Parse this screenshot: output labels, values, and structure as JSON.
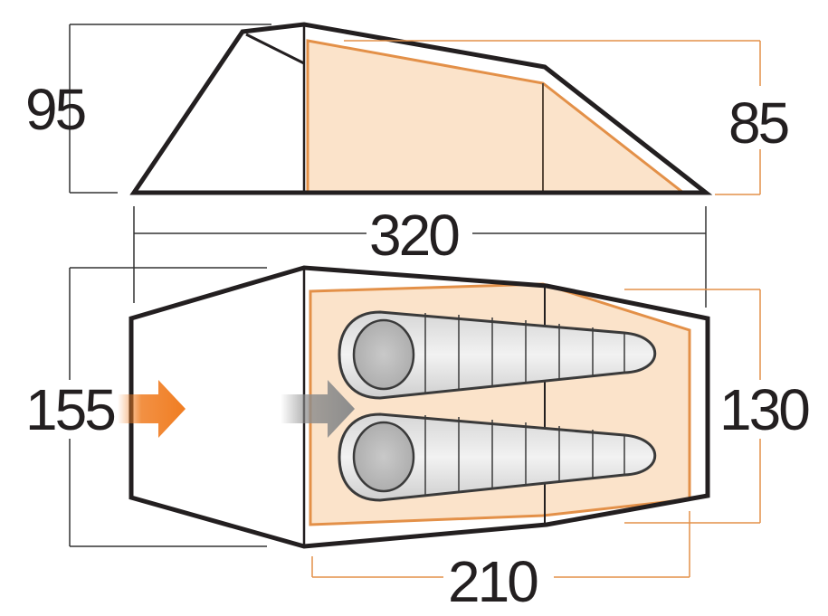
{
  "dimensions": {
    "height_outer": "95",
    "height_inner": "85",
    "length_outer": "320",
    "width_outer": "155",
    "width_inner": "130",
    "length_inner": "210"
  },
  "colors": {
    "outline": "#231f20",
    "inner_line": "#e39048",
    "inner_fill": "#fbe3ca",
    "arrow_orange": "#f07d22",
    "arrow_grey": "#8c8c8c",
    "sleeping_bag": "#cfcfcf",
    "dimension_line": "#333333"
  },
  "icons": {
    "entrance_arrow": "arrow-right-icon",
    "inner_door_arrow": "arrow-right-icon",
    "sleeping_bags": "sleeping-bag-icon"
  }
}
